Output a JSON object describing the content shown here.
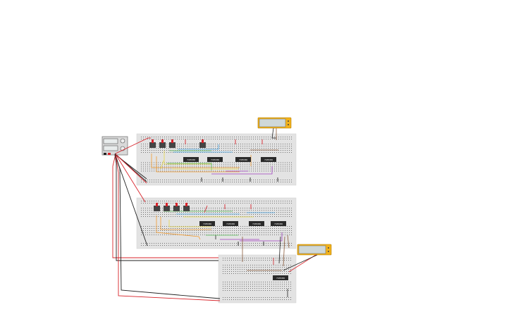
{
  "diagram": {
    "type": "breadboard-circuit",
    "power_supply": {
      "outputs": 2
    },
    "breadboards": [
      {
        "id": "top",
        "chips": 4,
        "switches": 4
      },
      {
        "id": "middle",
        "chips": 4,
        "switches": 4
      },
      {
        "id": "bottom",
        "chips": 1,
        "switches": 0
      }
    ],
    "displays": 2,
    "chip_label": "74HC86",
    "wire_colors": {
      "red": "#d8232a",
      "black": "#222222",
      "orange": "#f29b30",
      "yellow": "#e8d84a",
      "green": "#5cc05c",
      "blue": "#4aa8e8",
      "purple": "#a040c0",
      "brown": "#8a5a3a",
      "board": "#e3e3e3",
      "display_frame": "#f2b21b",
      "display_screen": "#cfd8d8"
    }
  }
}
